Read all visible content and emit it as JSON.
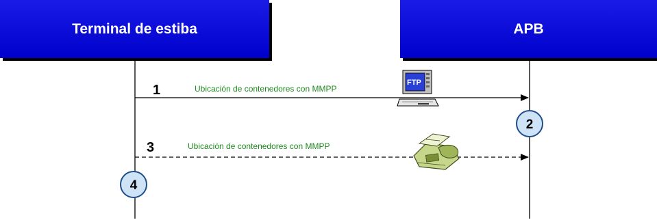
{
  "headers": {
    "left": "Terminal de estiba",
    "right": "APB"
  },
  "messages": [
    {
      "step": "1",
      "text": "Ubicación de contenedores con MMPP",
      "style": "solid",
      "icon": "ftp-computer-icon",
      "icon_label": "FTP"
    },
    {
      "step": "3",
      "text": "Ubicación de contenedores con MMPP",
      "style": "dashed",
      "icon": "fax-machine-icon"
    }
  ],
  "markers": {
    "right": "2",
    "left": "4"
  },
  "colors": {
    "header_bg": "#0000cc",
    "message_text": "#1f8a1f",
    "marker_fill": "#cfe3f7",
    "marker_stroke": "#1f4e8c"
  }
}
